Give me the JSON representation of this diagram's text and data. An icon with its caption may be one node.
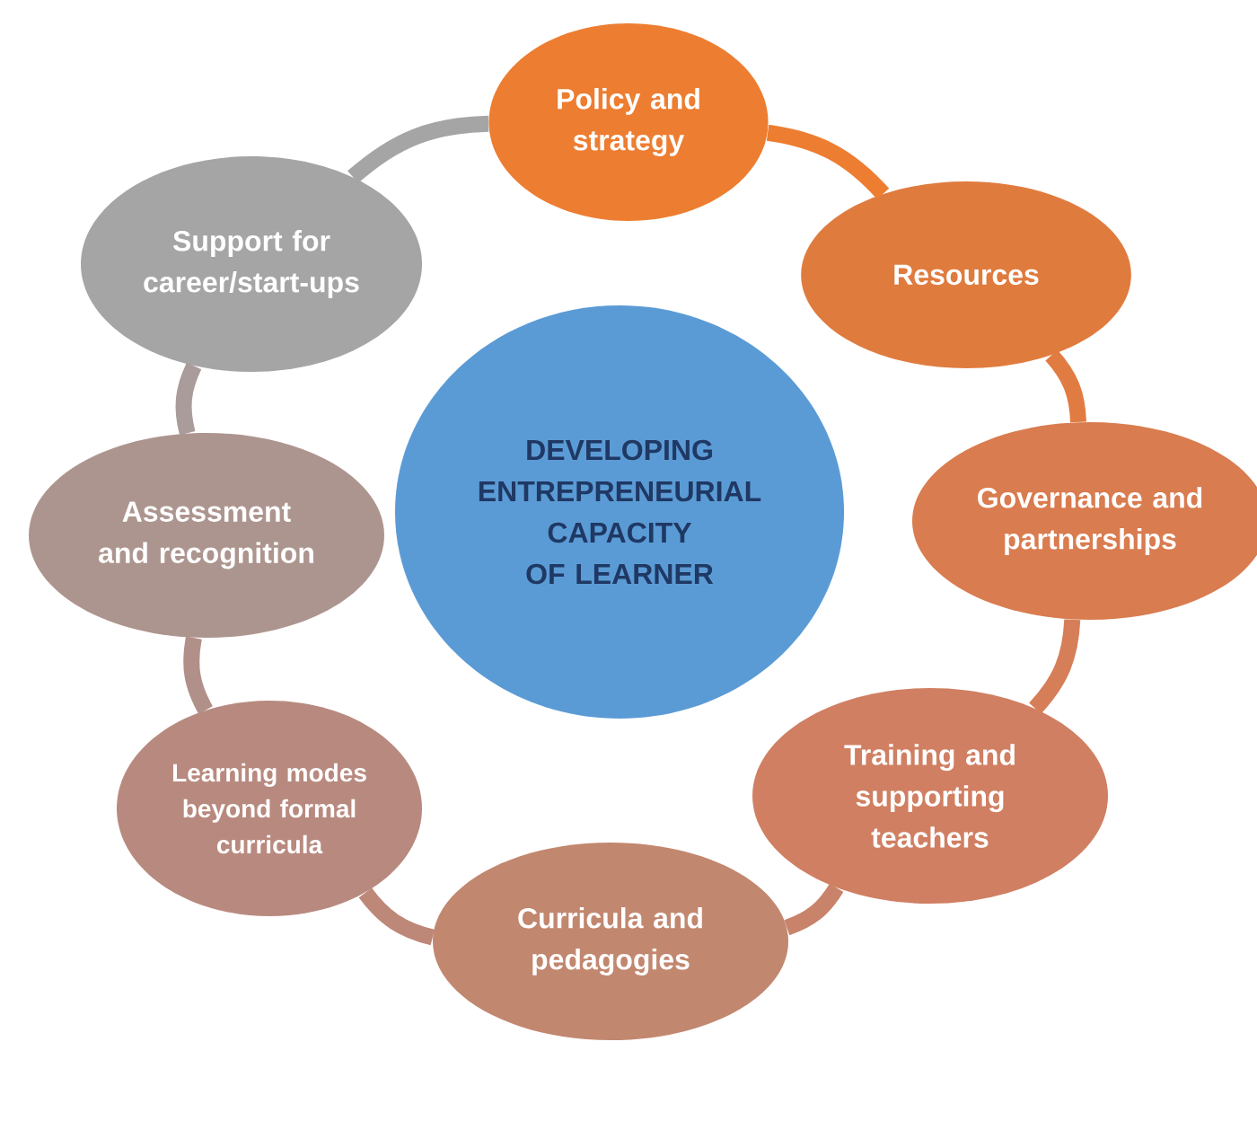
{
  "diagram": {
    "nodes": [
      {
        "text": [
          "DEVELOPING ENTREPRENEURIAL CAPACITY OF LEARNER"
        ]
      },
      {
        "text": [
          "Policy and strategy"
        ]
      },
      {
        "text": [
          "Resources"
        ]
      },
      {
        "text": [
          "Governance and partnerships"
        ]
      },
      {
        "text": [
          "Training and supporting teachers"
        ]
      },
      {
        "text": [
          "Curricula and pedagogies"
        ]
      },
      {
        "text": [
          "Learning modes beyond formal curricula"
        ]
      },
      {
        "text": [
          "Assessment and recognition"
        ]
      },
      {
        "text": [
          "Support for career/start-ups"
        ]
      }
    ],
    "edges": [
      {
        "from": 1,
        "to": 2,
        "arrow": "none",
        "color": "#ed7d31"
      },
      {
        "from": 2,
        "to": 3,
        "arrow": "none",
        "color": "#e07c42"
      },
      {
        "from": 3,
        "to": 4,
        "arrow": "none",
        "color": "#d67e58"
      },
      {
        "from": 4,
        "to": 5,
        "arrow": "none",
        "color": "#c9836b"
      },
      {
        "from": 5,
        "to": 6,
        "arrow": "none",
        "color": "#bd8878"
      },
      {
        "from": 6,
        "to": 7,
        "arrow": "none",
        "color": "#b19089"
      },
      {
        "from": 7,
        "to": 8,
        "arrow": "none",
        "color": "#a99c9a"
      },
      {
        "from": 8,
        "to": 1,
        "arrow": "none",
        "color": "#a5a5a5"
      }
    ]
  }
}
